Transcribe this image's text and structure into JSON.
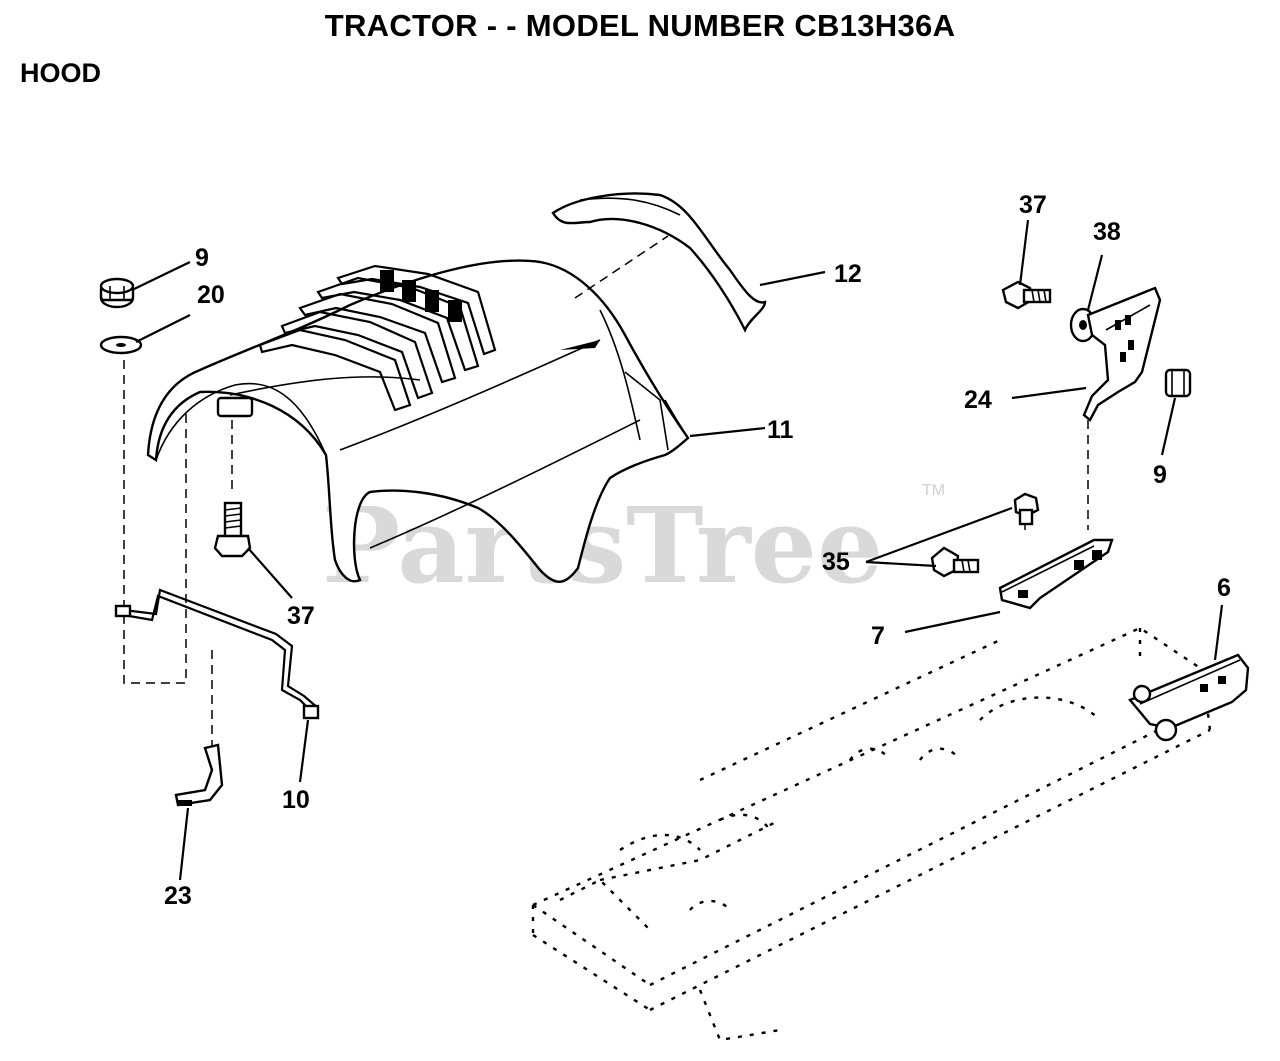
{
  "header": {
    "title": "TRACTOR - - MODEL NUMBER CB13H36A",
    "section": "HOOD"
  },
  "watermark": {
    "text": "PartsTree",
    "trademark": "TM"
  },
  "callouts": {
    "c9_top": "9",
    "c20": "20",
    "c12": "12",
    "c37_top": "37",
    "c38": "38",
    "c24": "24",
    "c9_right": "9",
    "c11": "11",
    "c37_bottom": "37",
    "c35": "35",
    "c6": "6",
    "c7": "7",
    "c10": "10",
    "c23": "23"
  },
  "colors": {
    "ink": "#000000",
    "paper": "#ffffff",
    "watermark": "#d9d9d9"
  }
}
